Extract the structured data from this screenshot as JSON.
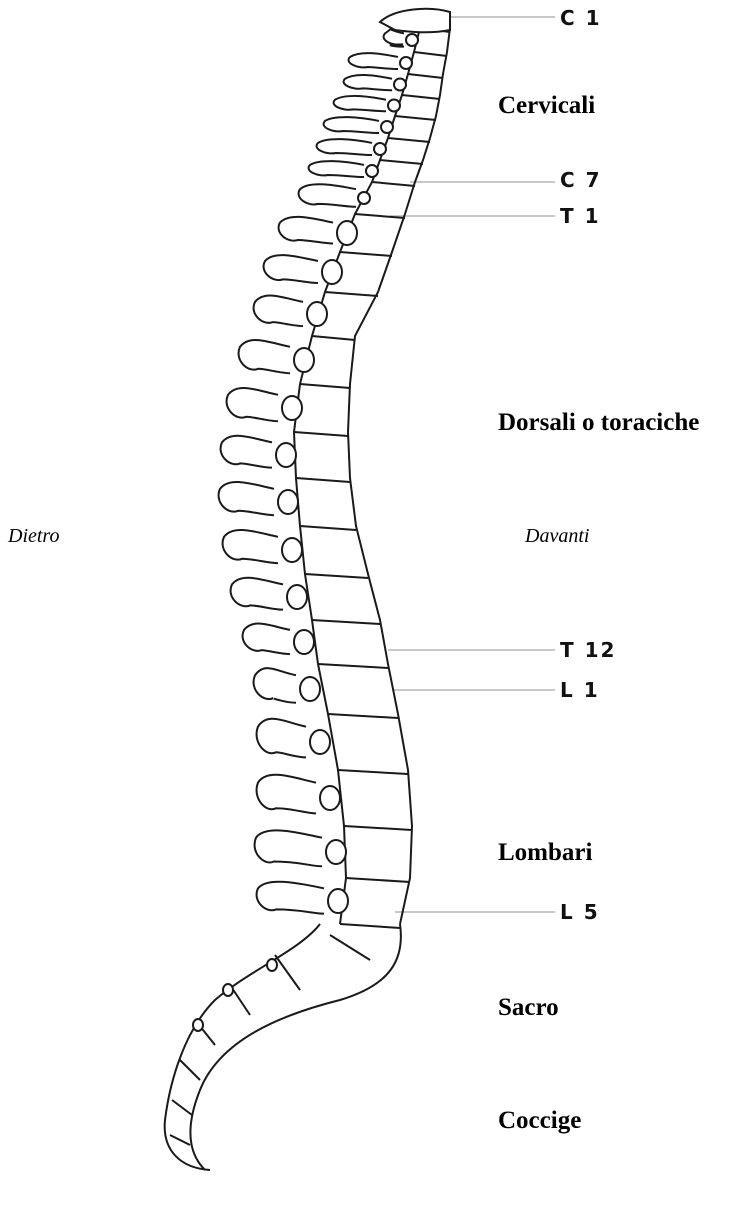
{
  "diagram": {
    "vertebra_labels": {
      "c1": "C 1",
      "c7": "C 7",
      "t1": "T 1",
      "t12": "T 12",
      "l1": "L 1",
      "l5": "L 5"
    },
    "regions": {
      "cervicali": "Cervicali",
      "dorsali": "Dorsali o toraciche",
      "lombari": "Lombari",
      "sacro": "Sacro",
      "coccige": "Coccige"
    },
    "directions": {
      "back": "Dietro",
      "front": "Davanti"
    },
    "colors": {
      "line": "#1a1a1a",
      "leader": "#c8c8c8",
      "background": "#ffffff"
    }
  }
}
